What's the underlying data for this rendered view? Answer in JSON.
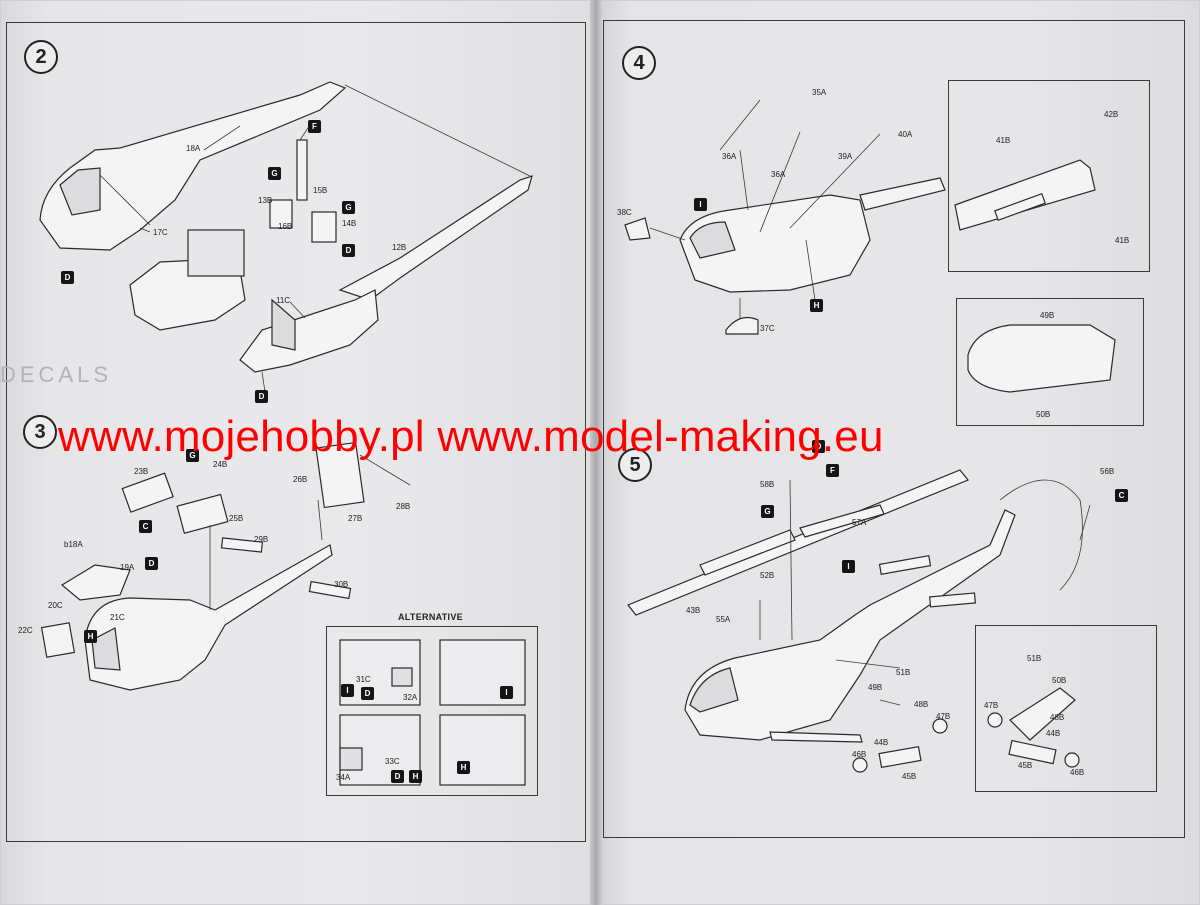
{
  "watermark": "www.mojehobby.pl www.model-making.eu",
  "decals_fragment": "DECALS",
  "steps": [
    {
      "number": "2"
    },
    {
      "number": "3"
    },
    {
      "number": "4"
    },
    {
      "number": "5"
    }
  ],
  "alternative_title": "ALTERNATIVE",
  "labels": {
    "l18A": "18A",
    "l17C": "17C",
    "l15B": "15B",
    "l13B": "13B",
    "l16B": "16B",
    "l14B": "14B",
    "l12B": "12B",
    "l11C": "11C",
    "l23B": "23B",
    "l24B": "24B",
    "l25B": "25B",
    "l26B": "26B",
    "l27B": "27B",
    "l28B": "28B",
    "l29B": "29B",
    "l30B": "30B",
    "lb18A": "b18A",
    "l19A": "19A",
    "l20C": "20C",
    "l21C": "21C",
    "l22C": "22C",
    "l31C": "31C",
    "l32A": "32A",
    "l33C": "33C",
    "l34A": "34A",
    "l35A": "35A",
    "l36A_a": "36A",
    "l36A_b": "36A",
    "l39A": "39A",
    "l40A": "40A",
    "l38C": "38C",
    "l37C": "37C",
    "l41B_a": "41B",
    "l41B_b": "41B",
    "l42B": "42B",
    "l49B_a": "49B",
    "l50B_a": "50B",
    "l58B": "58B",
    "l56B": "56B",
    "l57A": "57A",
    "l52B": "52B",
    "l43B": "43B",
    "l55A": "55A",
    "l51B_a": "51B",
    "l49B_b": "49B",
    "l48B_a": "48B",
    "l47B_a": "47B",
    "l44B_a": "44B",
    "l46B_a": "46B",
    "l45B_a": "45B",
    "l51B_b": "51B",
    "l50B_b": "50B",
    "l47B_b": "47B",
    "l48B_b": "48B",
    "l44B_b": "44B",
    "l45B_b": "45B",
    "l46B_b": "46B"
  },
  "badges": {
    "D": "D",
    "F": "F",
    "G": "G",
    "C": "C",
    "H": "H",
    "I": "I"
  }
}
